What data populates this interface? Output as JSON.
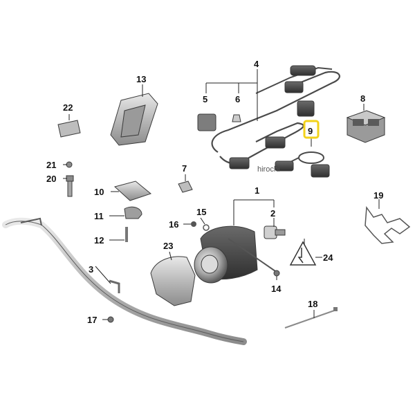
{
  "labels": {
    "p1": "1",
    "p2": "2",
    "p3": "3",
    "p4": "4",
    "p5": "5",
    "p6": "6",
    "p7": "7",
    "p8": "8",
    "p9": "9",
    "p10": "10",
    "p11": "11",
    "p12": "12",
    "p13": "13",
    "p14": "14",
    "p15": "15",
    "p16": "16",
    "p17": "17",
    "p18": "18",
    "p19": "19",
    "p20": "20",
    "p21": "21",
    "p22": "22",
    "p23": "23",
    "p24": "24"
  },
  "watermark": "hirochi",
  "highlight_color": "#f2d21a"
}
